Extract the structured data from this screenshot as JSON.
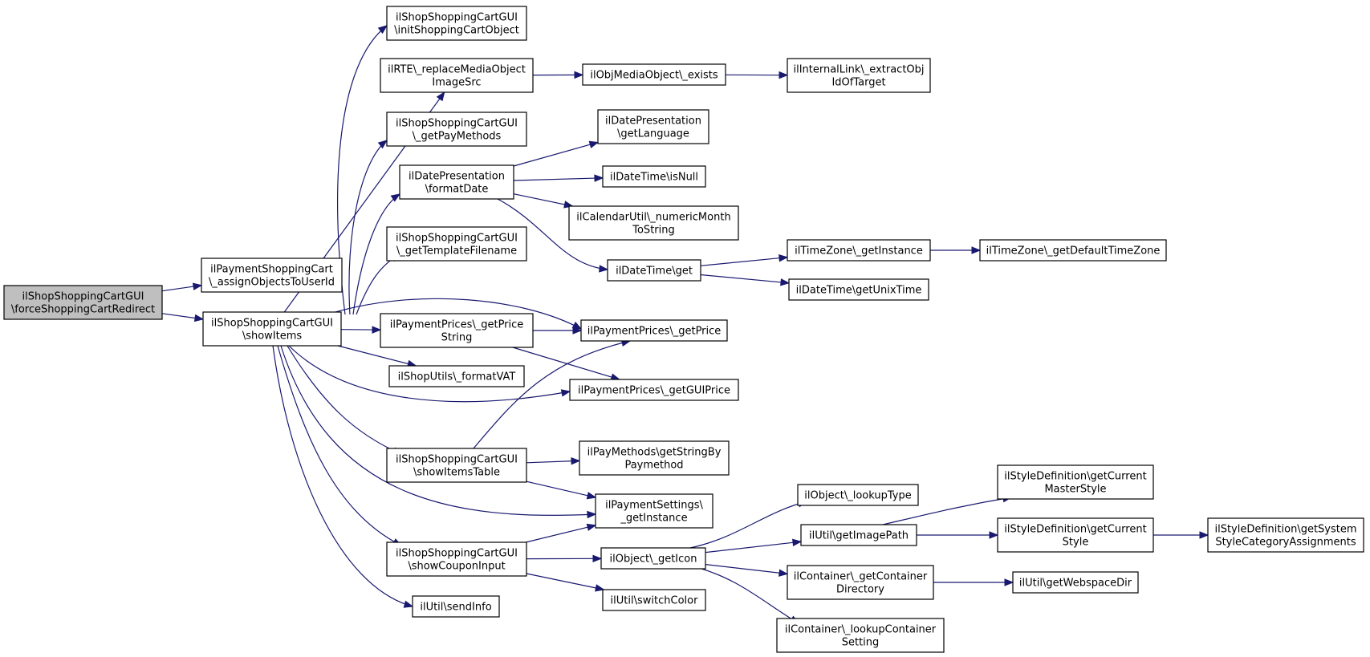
{
  "colors": {
    "edge": "#191970",
    "node_fill": "#ffffff",
    "root_fill": "#bfbfbf",
    "border": "#000000"
  },
  "nodes": [
    {
      "id": "root",
      "lines": [
        "ilShopShoppingCartGUI",
        "\\forceShoppingCartRedirect"
      ],
      "root": true
    },
    {
      "id": "assign",
      "lines": [
        "ilPaymentShoppingCart",
        "\\_assignObjectsToUserId"
      ]
    },
    {
      "id": "showItems",
      "lines": [
        "ilShopShoppingCartGUI",
        "\\showItems"
      ]
    },
    {
      "id": "initSC",
      "lines": [
        "ilShopShoppingCartGUI",
        "\\initShoppingCartObject"
      ]
    },
    {
      "id": "rte",
      "lines": [
        "ilRTE\\_replaceMediaObject",
        "ImageSrc"
      ]
    },
    {
      "id": "getPayMethods",
      "lines": [
        "ilShopShoppingCartGUI",
        "\\_getPayMethods"
      ]
    },
    {
      "id": "formatDate",
      "lines": [
        "ilDatePresentation",
        "\\formatDate"
      ]
    },
    {
      "id": "getTemplate",
      "lines": [
        "ilShopShoppingCartGUI",
        "\\_getTemplateFilename"
      ]
    },
    {
      "id": "getPriceString",
      "lines": [
        "ilPaymentPrices\\_getPrice",
        "String"
      ]
    },
    {
      "id": "formatVAT",
      "lines": [
        "ilShopUtils\\_formatVAT"
      ]
    },
    {
      "id": "showItemsTable",
      "lines": [
        "ilShopShoppingCartGUI",
        "\\showItemsTable"
      ]
    },
    {
      "id": "showCoupon",
      "lines": [
        "ilShopShoppingCartGUI",
        "\\showCouponInput"
      ]
    },
    {
      "id": "sendInfo",
      "lines": [
        "ilUtil\\sendInfo"
      ]
    },
    {
      "id": "mobExists",
      "lines": [
        "ilObjMediaObject\\_exists"
      ]
    },
    {
      "id": "internalLink",
      "lines": [
        "ilInternalLink\\_extractObj",
        "IdOfTarget"
      ]
    },
    {
      "id": "getLanguage",
      "lines": [
        "ilDatePresentation",
        "\\getLanguage"
      ]
    },
    {
      "id": "isNull",
      "lines": [
        "ilDateTime\\isNull"
      ]
    },
    {
      "id": "numericMonth",
      "lines": [
        "ilCalendarUtil\\_numericMonth",
        "ToString"
      ]
    },
    {
      "id": "dtGet",
      "lines": [
        "ilDateTime\\get"
      ]
    },
    {
      "id": "tzGetInstance",
      "lines": [
        "ilTimeZone\\_getInstance"
      ]
    },
    {
      "id": "tzDefault",
      "lines": [
        "ilTimeZone\\_getDefaultTimeZone"
      ]
    },
    {
      "id": "unixTime",
      "lines": [
        "ilDateTime\\getUnixTime"
      ]
    },
    {
      "id": "getPrice",
      "lines": [
        "ilPaymentPrices\\_getPrice"
      ]
    },
    {
      "id": "getGUIPrice",
      "lines": [
        "ilPaymentPrices\\_getGUIPrice"
      ]
    },
    {
      "id": "stringByPaymethod",
      "lines": [
        "ilPayMethods\\getStringBy",
        "Paymethod"
      ]
    },
    {
      "id": "settingsInstance",
      "lines": [
        "ilPaymentSettings\\",
        "_getInstance"
      ]
    },
    {
      "id": "getIcon",
      "lines": [
        "ilObject\\_getIcon"
      ]
    },
    {
      "id": "switchColor",
      "lines": [
        "ilUtil\\switchColor"
      ]
    },
    {
      "id": "lookupType",
      "lines": [
        "ilObject\\_lookupType"
      ]
    },
    {
      "id": "imagePath",
      "lines": [
        "ilUtil\\getImagePath"
      ]
    },
    {
      "id": "containerDir",
      "lines": [
        "ilContainer\\_getContainer",
        "Directory"
      ]
    },
    {
      "id": "lookupContainer",
      "lines": [
        "ilContainer\\_lookupContainer",
        "Setting"
      ]
    },
    {
      "id": "masterStyle",
      "lines": [
        "ilStyleDefinition\\getCurrent",
        "MasterStyle"
      ]
    },
    {
      "id": "currentStyle",
      "lines": [
        "ilStyleDefinition\\getCurrent",
        "Style"
      ]
    },
    {
      "id": "webspaceDir",
      "lines": [
        "ilUtil\\getWebspaceDir"
      ]
    },
    {
      "id": "sysStyle",
      "lines": [
        "ilStyleDefinition\\getSystem",
        "StyleCategoryAssignments"
      ]
    }
  ],
  "edges": [
    {
      "from": "root",
      "to": "assign"
    },
    {
      "from": "root",
      "to": "showItems"
    },
    {
      "from": "showItems",
      "to": "initSC"
    },
    {
      "from": "showItems",
      "to": "rte"
    },
    {
      "from": "showItems",
      "to": "getPayMethods"
    },
    {
      "from": "showItems",
      "to": "formatDate"
    },
    {
      "from": "showItems",
      "to": "getTemplate"
    },
    {
      "from": "showItems",
      "to": "getPrice"
    },
    {
      "from": "showItems",
      "to": "getPriceString"
    },
    {
      "from": "showItems",
      "to": "formatVAT"
    },
    {
      "from": "showItems",
      "to": "getGUIPrice"
    },
    {
      "from": "showItems",
      "to": "showItemsTable"
    },
    {
      "from": "showItems",
      "to": "settingsInstance"
    },
    {
      "from": "showItems",
      "to": "showCoupon"
    },
    {
      "from": "showItems",
      "to": "sendInfo"
    },
    {
      "from": "rte",
      "to": "mobExists"
    },
    {
      "from": "mobExists",
      "to": "internalLink"
    },
    {
      "from": "formatDate",
      "to": "getLanguage"
    },
    {
      "from": "formatDate",
      "to": "isNull"
    },
    {
      "from": "formatDate",
      "to": "numericMonth"
    },
    {
      "from": "formatDate",
      "to": "dtGet"
    },
    {
      "from": "dtGet",
      "to": "tzGetInstance"
    },
    {
      "from": "dtGet",
      "to": "unixTime"
    },
    {
      "from": "tzGetInstance",
      "to": "tzDefault"
    },
    {
      "from": "getPriceString",
      "to": "getPrice"
    },
    {
      "from": "getPriceString",
      "to": "getGUIPrice"
    },
    {
      "from": "showItemsTable",
      "to": "getPrice"
    },
    {
      "from": "showItemsTable",
      "to": "stringByPaymethod"
    },
    {
      "from": "showItemsTable",
      "to": "settingsInstance"
    },
    {
      "from": "showCoupon",
      "to": "settingsInstance"
    },
    {
      "from": "showCoupon",
      "to": "getIcon"
    },
    {
      "from": "showCoupon",
      "to": "switchColor"
    },
    {
      "from": "getIcon",
      "to": "lookupType"
    },
    {
      "from": "getIcon",
      "to": "imagePath"
    },
    {
      "from": "getIcon",
      "to": "containerDir"
    },
    {
      "from": "getIcon",
      "to": "lookupContainer"
    },
    {
      "from": "imagePath",
      "to": "masterStyle"
    },
    {
      "from": "imagePath",
      "to": "currentStyle"
    },
    {
      "from": "currentStyle",
      "to": "sysStyle"
    },
    {
      "from": "containerDir",
      "to": "webspaceDir"
    }
  ]
}
